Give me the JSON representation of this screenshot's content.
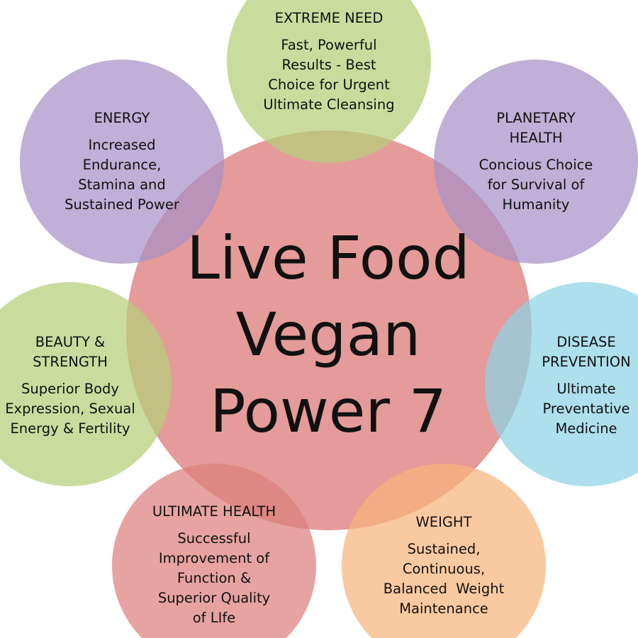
{
  "center": {
    "lines": [
      "Live Food",
      "Vegan",
      "Power 7"
    ],
    "color": "#dd7f7d"
  },
  "petals": [
    {
      "id": "extreme-need",
      "heading": "EXTREME NEED",
      "body": [
        "Fast, Powerful",
        "Results - Best",
        "Choice for Urgent",
        "Ultimate Cleansing"
      ],
      "color": "#b4cf79"
    },
    {
      "id": "planetary-health",
      "heading_lines": [
        "PLANETARY",
        "HEALTH"
      ],
      "body": [
        "Concious Choice",
        "for Survival of",
        "Humanity"
      ],
      "color": "#a890c6"
    },
    {
      "id": "disease-prevention",
      "heading_lines": [
        "DISEASE",
        "PREVENTION"
      ],
      "body": [
        "Ultimate",
        "Preventative",
        "Medicine"
      ],
      "color": "#8ed2e5"
    },
    {
      "id": "weight",
      "heading": "WEIGHT",
      "body": [
        "Sustained,",
        "Continuous,",
        "Balanced  Weight",
        "Maintenance"
      ],
      "color": "#f6b47d"
    },
    {
      "id": "ultimate-health",
      "heading": "ULTIMATE HEALTH",
      "body": [
        "Successful",
        "Improvement of",
        "Function &",
        "Superior Quality",
        "of LIfe"
      ],
      "color": "#dd7f7d"
    },
    {
      "id": "beauty-strength",
      "heading_lines": [
        "BEAUTY &",
        "STRENGTH"
      ],
      "body": [
        "Superior Body",
        "Expression, Sexual",
        "Energy & Fertility"
      ],
      "color": "#b4cf79"
    },
    {
      "id": "energy",
      "heading": "ENERGY",
      "body": [
        "Increased",
        "Endurance,",
        "Stamina and",
        "Sustained Power"
      ],
      "color": "#a890c6"
    }
  ]
}
